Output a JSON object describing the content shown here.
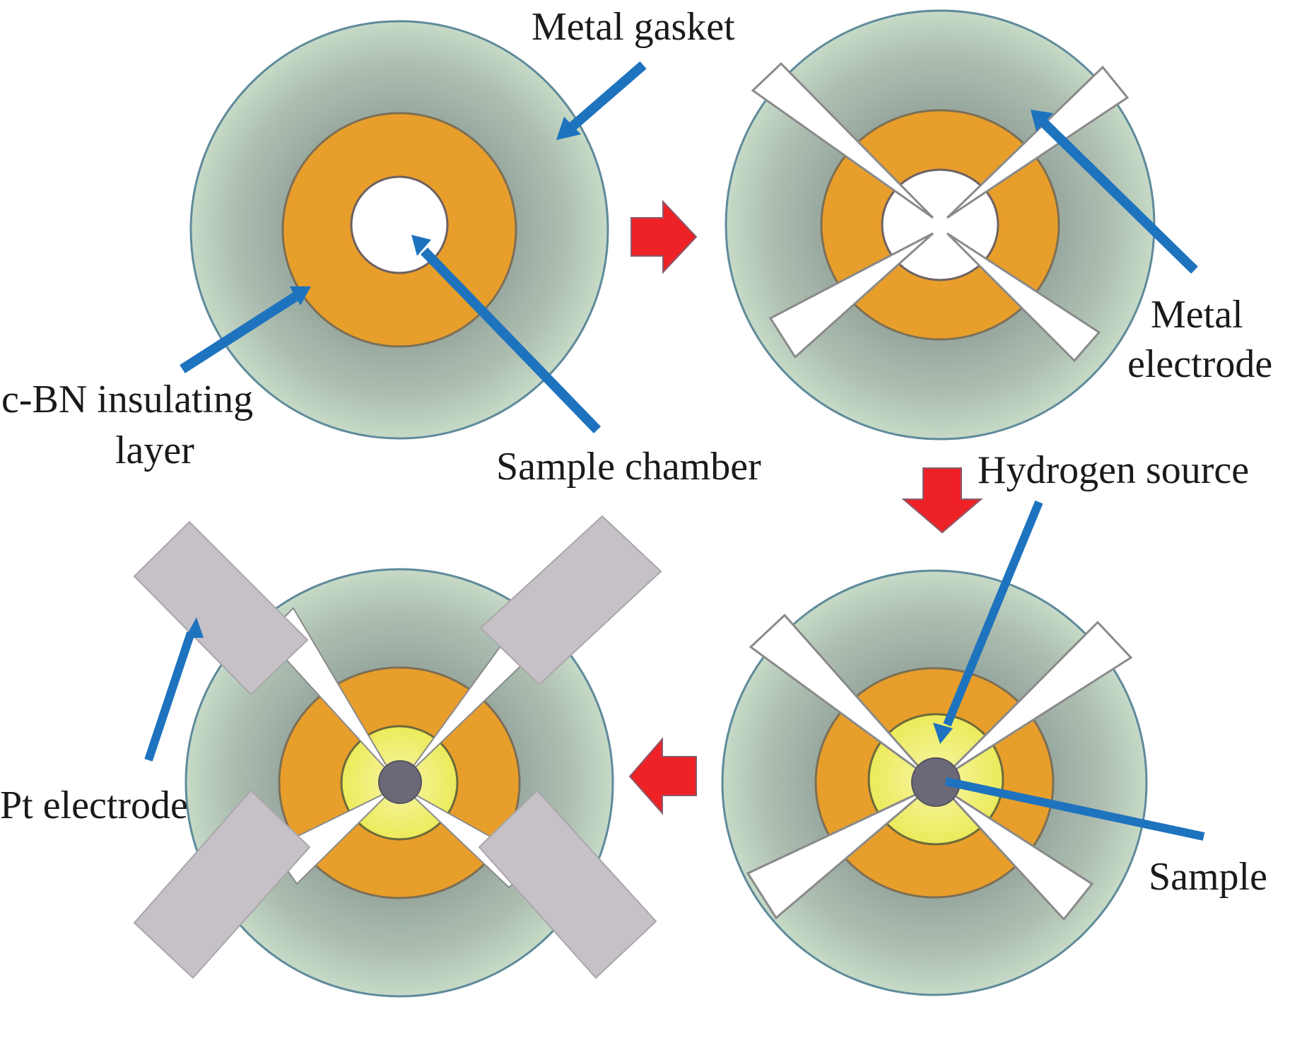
{
  "figure": {
    "colors": {
      "gasket_light": "#c4d8c5",
      "gasket_dark": "#8e9f97",
      "gasket_outline": "#5f8a9a",
      "insulating_layer": "#e89e2b",
      "chamber": "#ffffff",
      "hydrogen_source": "#f4f17a",
      "sample": "#6b6878",
      "electrode_tip": "#ffffff",
      "pt_electrode": "#c5c1c7",
      "pointer_arrow": "#1e73be",
      "step_arrow": "#ee2226"
    },
    "panels": [
      {
        "id": "step-1",
        "description": "Metal gasket with c-BN insulating layer and sample chamber",
        "labels": {
          "metal_gasket": "Metal gasket",
          "cbn_line1": "c-BN insulating",
          "cbn_line2": "layer",
          "sample_chamber": "Sample chamber"
        }
      },
      {
        "id": "step-2",
        "description": "Four metal electrodes deposited into the chamber",
        "labels": {
          "metal_electrode_line1": "Metal",
          "metal_electrode_line2": "electrode"
        }
      },
      {
        "id": "step-3",
        "description": "Hydrogen source and sample loaded",
        "labels": {
          "hydrogen_source": "Hydrogen source",
          "sample": "Sample"
        }
      },
      {
        "id": "step-4",
        "description": "Pt electrodes attached",
        "labels": {
          "pt_electrode": "Pt electrode"
        }
      }
    ],
    "flow_arrows": [
      "right",
      "down",
      "left"
    ]
  }
}
